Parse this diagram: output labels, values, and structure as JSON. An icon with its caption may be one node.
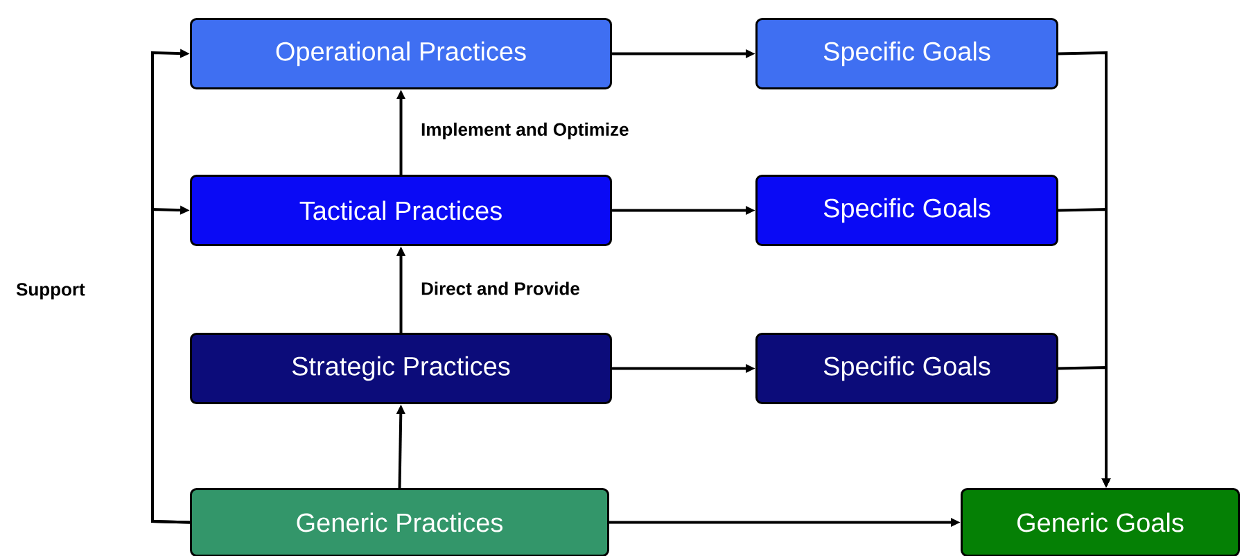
{
  "diagram": {
    "nodes": [
      {
        "text": [
          "Operational Practices"
        ]
      },
      {
        "text": [
          "Specific Goals"
        ]
      },
      {
        "text": [
          "Tactical Practices"
        ]
      },
      {
        "text": [
          "Specific Goals"
        ]
      },
      {
        "text": [
          "Strategic Practices"
        ]
      },
      {
        "text": [
          "Specific Goals"
        ]
      },
      {
        "text": [
          "Generic Practices"
        ]
      },
      {
        "text": [
          "Generic Goals"
        ]
      }
    ],
    "edges": [
      {
        "from": 0,
        "to": 1,
        "arrow": "to"
      },
      {
        "from": 2,
        "to": 3,
        "arrow": "to"
      },
      {
        "from": 4,
        "to": 5,
        "arrow": "to"
      },
      {
        "from": 6,
        "to": 7,
        "arrow": "to"
      },
      {
        "from": 2,
        "to": 0,
        "arrow": "to",
        "label": "Implement and Optimize"
      },
      {
        "from": 4,
        "to": 2,
        "arrow": "to",
        "label": "Direct and Provide"
      },
      {
        "from": 6,
        "to": 0,
        "arrow": "to"
      },
      {
        "from": 6,
        "to": 2,
        "arrow": "to"
      },
      {
        "from": 6,
        "to": 4,
        "arrow": "to"
      },
      {
        "from": 1,
        "to": 7,
        "arrow": "to"
      },
      {
        "from": 3,
        "to": 7,
        "arrow": "to"
      },
      {
        "from": 5,
        "to": 7,
        "arrow": "to"
      }
    ],
    "labels": [
      "Support"
    ]
  }
}
